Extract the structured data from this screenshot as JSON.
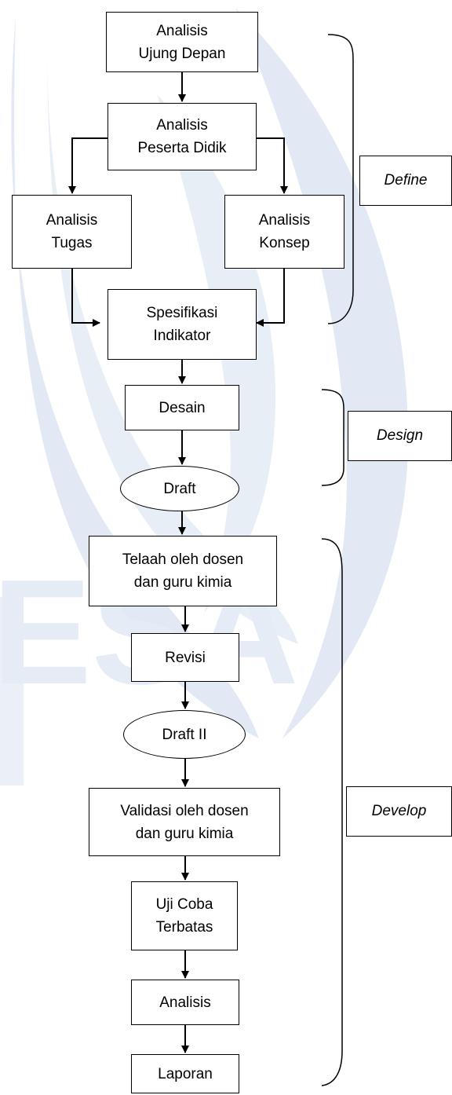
{
  "colors": {
    "line": "#000000",
    "box_fill": "#ffffff",
    "watermark": "#dfe7f3"
  },
  "watermark": {
    "text": "ESA",
    "description_icon": "emblem-watermark-icon"
  },
  "nodes": {
    "analisis_ujung_depan": {
      "line1": "Analisis",
      "line2": "Ujung Depan"
    },
    "analisis_peserta_didik": {
      "line1": "Analisis",
      "line2": "Peserta Didik"
    },
    "analisis_tugas": {
      "line1": "Analisis",
      "line2": "Tugas"
    },
    "analisis_konsep": {
      "line1": "Analisis",
      "line2": "Konsep"
    },
    "spesifikasi_indikator": {
      "line1": "Spesifikasi",
      "line2": "Indikator"
    },
    "desain": {
      "line1": "Desain"
    },
    "draft": {
      "line1": "Draft"
    },
    "telaah": {
      "line1": "Telaah oleh dosen",
      "line2": "dan guru kimia"
    },
    "revisi": {
      "line1": "Revisi"
    },
    "draft_ii": {
      "line1": "Draft II"
    },
    "validasi": {
      "line1": "Validasi oleh dosen",
      "line2": "dan guru kimia"
    },
    "uji_coba": {
      "line1": "Uji Coba",
      "line2": "Terbatas"
    },
    "analisis": {
      "line1": "Analisis"
    },
    "laporan": {
      "line1": "Laporan"
    }
  },
  "phases": {
    "define": "Define",
    "design": "Design",
    "develop": "Develop"
  }
}
